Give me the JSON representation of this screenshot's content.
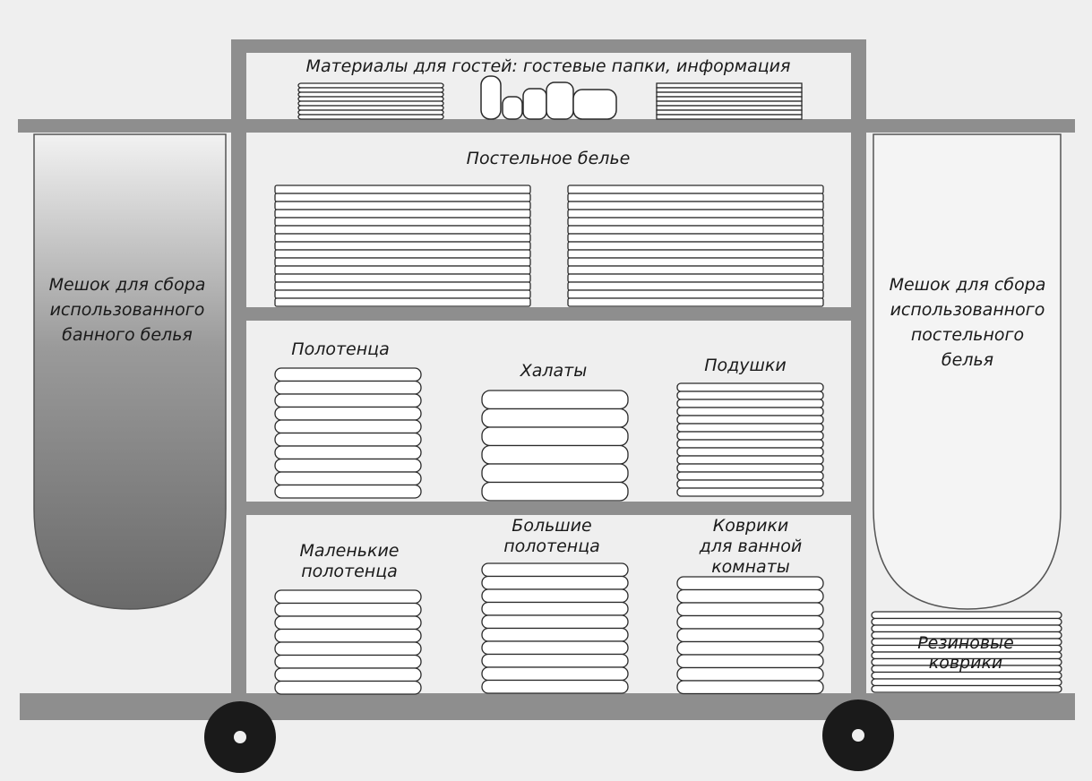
{
  "labels": {
    "guest_materials": "Материалы для гостей: гостевые папки, информация",
    "bed_linen": "Постельное белье",
    "towels": "Полотенца",
    "robes": "Халаты",
    "pillows": "Подушки",
    "small_towels_1": "Маленькие",
    "small_towels_2": "полотенца",
    "big_towels_1": "Большие",
    "big_towels_2": "полотенца",
    "bath_mats_1": "Коврики",
    "bath_mats_2": "для ванной",
    "bath_mats_3": "комнаты",
    "rubber_mats_1": "Резиновые",
    "rubber_mats_2": "коврики",
    "bath_bag_1": "Мешок для сбора",
    "bath_bag_2": "использованного",
    "bath_bag_3": "банного белья",
    "bed_bag_1": "Мешок для сбора",
    "bed_bag_2": "использованного",
    "bed_bag_3": "постельного",
    "bed_bag_4": "белья"
  },
  "colors": {
    "frame": "#8e8e8e",
    "wheel": "#1a1a1a",
    "line": "#2a2a2a",
    "stack_fill": "#ffffff",
    "bag_dark": "#6f6f6f",
    "bag_light": "#f2f2f2",
    "background": "#efefef"
  }
}
